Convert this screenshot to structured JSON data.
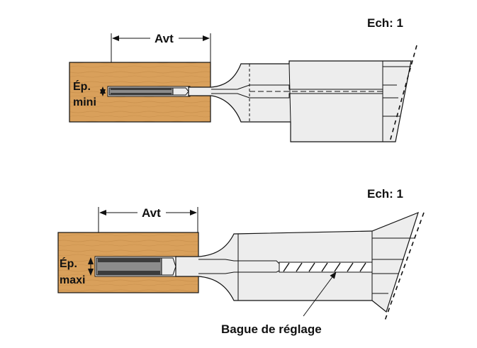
{
  "colors": {
    "wood": "#D9A05B",
    "wood_grain": "#C28A48",
    "tool_fill": "#EDEDED",
    "outline": "#1A1A1A",
    "blade_dark": "#4A4A4A",
    "blade_mid": "#8C8C8C"
  },
  "top_figure": {
    "scale_label": "Ech: 1",
    "depth_label": "Avt",
    "thickness_label_line1": "Ép.",
    "thickness_label_line2": "mini"
  },
  "bottom_figure": {
    "scale_label": "Ech: 1",
    "depth_label": "Avt",
    "thickness_label_line1": "Ép.",
    "thickness_label_line2": "maxi",
    "ring_label": "Bague de réglage"
  }
}
